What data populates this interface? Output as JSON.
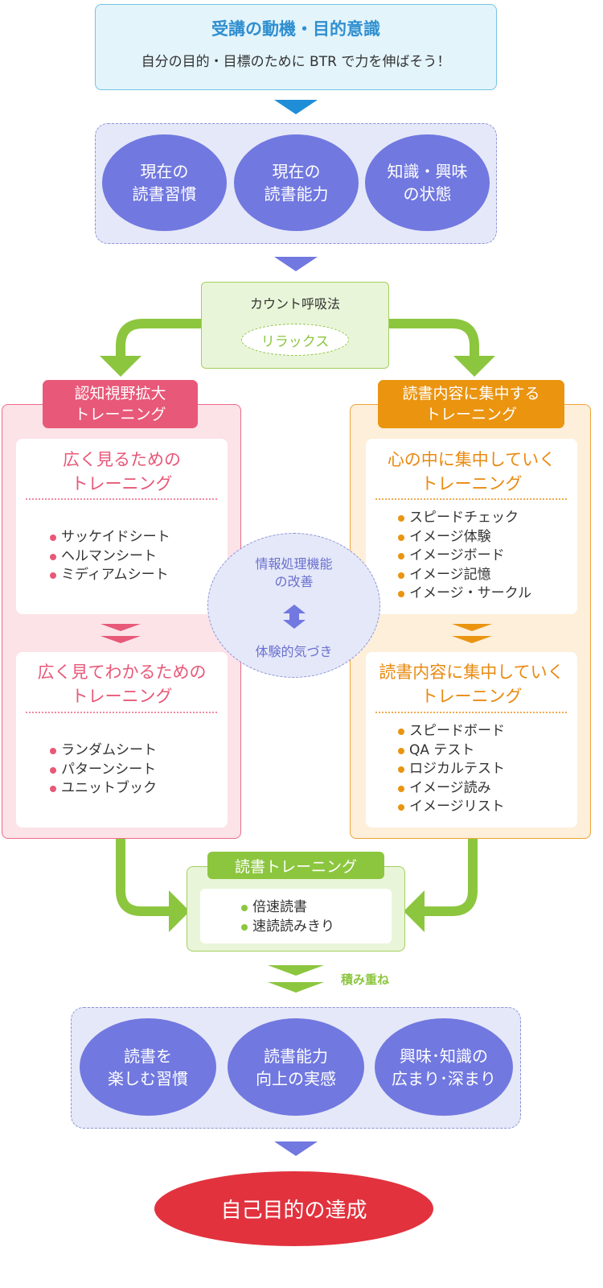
{
  "top": {
    "title": "受講の動機・目的意識",
    "subtitle": "自分の目的・目標のために BTR で力を伸ばそう！"
  },
  "current_state": [
    {
      "line1": "現在の",
      "line2": "読書習慣"
    },
    {
      "line1": "現在の",
      "line2": "読書能力"
    },
    {
      "line1": "知識・興味",
      "line2": "の状態"
    }
  ],
  "count": {
    "title": "カウント呼吸法",
    "relax": "リラックス"
  },
  "left": {
    "tab_line1": "認知視野拡大",
    "tab_line2": "トレーニング",
    "card1": {
      "title_line1": "広く見るための",
      "title_line2": "トレーニング",
      "items": [
        "サッケイドシート",
        "ヘルマンシート",
        "ミディアムシート"
      ]
    },
    "card2": {
      "title_line1": "広く見てわかるための",
      "title_line2": "トレーニング",
      "items": [
        "ランダムシート",
        "パターンシート",
        "ユニットブック"
      ]
    }
  },
  "right": {
    "tab_line1": "読書内容に集中する",
    "tab_line2": "トレーニング",
    "card1": {
      "title_line1": "心の中に集中していく",
      "title_line2": "トレーニング",
      "items": [
        "スピードチェック",
        "イメージ体験",
        "イメージボード",
        "イメージ記憶",
        "イメージ・サークル"
      ]
    },
    "card2": {
      "title_line1": "読書内容に集中していく",
      "title_line2": "トレーニング",
      "items": [
        "スピードボード",
        "QA テスト",
        "ロジカルテスト",
        "イメージ読み",
        "イメージリスト"
      ]
    }
  },
  "center": {
    "line1": "情報処理機能",
    "line2": "の改善",
    "bottom": "体験的気づき"
  },
  "reading": {
    "title": "読書トレーニング",
    "items": [
      "倍速読書",
      "速読読みきり"
    ]
  },
  "accumulate": "積み重ね",
  "results": [
    {
      "line1": "読書を",
      "line2": "楽しむ習慣"
    },
    {
      "line1": "読書能力",
      "line2": "向上の実感"
    },
    {
      "line1": "興味･知識の",
      "line2": "広まり･深まり"
    }
  ],
  "final": "自己目的の達成",
  "colors": {
    "blue": "#2f8fd0",
    "lavender": "#7178df",
    "green": "#8cc63f",
    "pink": "#e85878",
    "orange": "#ea9410",
    "red": "#e2323e"
  }
}
